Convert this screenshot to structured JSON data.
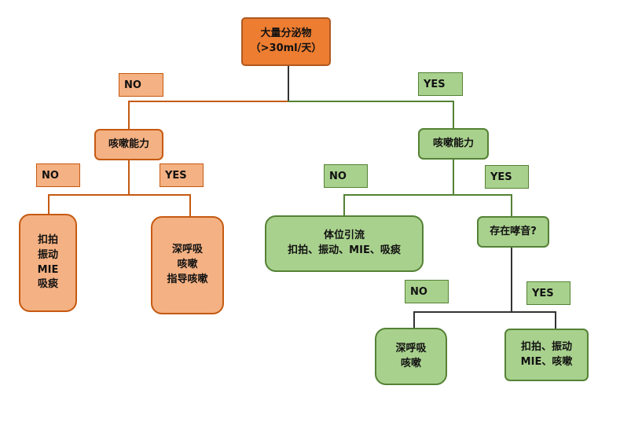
{
  "colors": {
    "root_fill": "#ed7d31",
    "orange_fill": "#f4b183",
    "orange_border": "#c55a11",
    "green_fill": "#a9d18e",
    "green_border": "#548235"
  },
  "root": {
    "line1": "大量分泌物",
    "line2": "（>30ml/天）"
  },
  "branch_labels": {
    "root_no": "NO",
    "root_yes": "YES",
    "left_no": "NO",
    "left_yes": "YES",
    "right_no": "NO",
    "right_yes": "YES",
    "wheeze_no": "NO",
    "wheeze_yes": "YES"
  },
  "left": {
    "cough": "咳嗽能力",
    "no_box": [
      "扣拍",
      "振动",
      "MIE",
      "吸痰"
    ],
    "yes_box": [
      "深呼吸",
      "咳嗽",
      "指导咳嗽"
    ]
  },
  "right": {
    "cough": "咳嗽能力",
    "no_box": [
      "体位引流",
      "扣拍、振动、MIE、吸痰"
    ],
    "wheeze": "存在哮音?",
    "wheeze_no_box": [
      "深呼吸",
      "咳嗽"
    ],
    "wheeze_yes_box": [
      "扣拍、振动",
      "MIE、咳嗽"
    ]
  }
}
